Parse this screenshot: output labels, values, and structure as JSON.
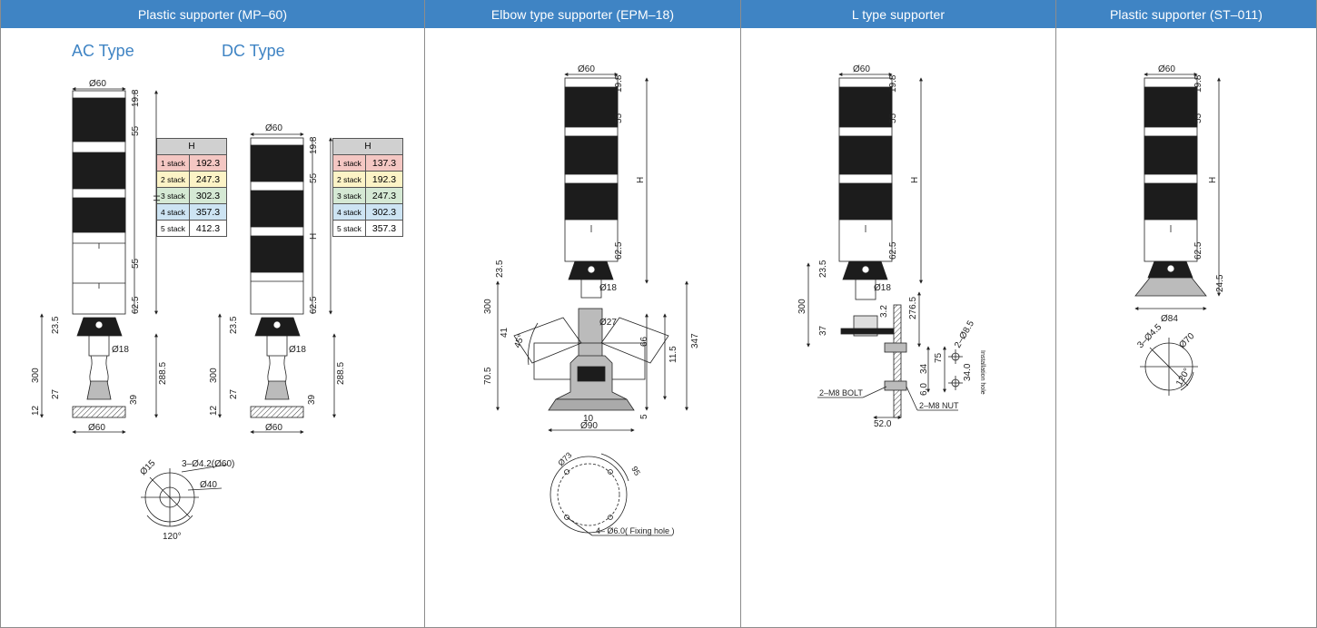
{
  "headers": [
    "Plastic supporter (MP–60)",
    "Elbow type supporter (EPM–18)",
    "L type supporter",
    "Plastic supporter (ST–011)"
  ],
  "mp60": {
    "ac_title": "AC Type",
    "dc_title": "DC Type",
    "ac_table": {
      "header": "H",
      "rows": [
        {
          "stack": "1 stack",
          "value": "192.3",
          "color": "#f4c7c3"
        },
        {
          "stack": "2 stack",
          "value": "247.3",
          "color": "#fcf3c6"
        },
        {
          "stack": "3 stack",
          "value": "302.3",
          "color": "#d5e9d4"
        },
        {
          "stack": "4 stack",
          "value": "357.3",
          "color": "#cde4f3"
        },
        {
          "stack": "5 stack",
          "value": "412.3",
          "color": "#ffffff"
        }
      ]
    },
    "dc_table": {
      "header": "H",
      "rows": [
        {
          "stack": "1 stack",
          "value": "137.3",
          "color": "#f4c7c3"
        },
        {
          "stack": "2 stack",
          "value": "192.3",
          "color": "#fcf3c6"
        },
        {
          "stack": "3 stack",
          "value": "247.3",
          "color": "#d5e9d4"
        },
        {
          "stack": "4 stack",
          "value": "302.3",
          "color": "#cde4f3"
        },
        {
          "stack": "5 stack",
          "value": "357.3",
          "color": "#ffffff"
        }
      ]
    },
    "dims": {
      "dia60": "Ø60",
      "d198": "19.8",
      "d55": "55",
      "h": "H",
      "d625": "62.5",
      "d235": "23.5",
      "d18": "Ø18",
      "d300": "300",
      "d27": "27",
      "d39": "39",
      "d12": "12",
      "d2885": "288.5",
      "holes": "3–Ø4.2(Ø60)",
      "d15": "Ø15",
      "d40": "Ø40",
      "a120": "120°"
    }
  },
  "epm18": {
    "dims": {
      "dia60": "Ø60",
      "d198": "19.8",
      "d55": "55",
      "h": "H",
      "d625": "62.5",
      "d235": "23.5",
      "d18": "Ø18",
      "d300": "300",
      "d27": "Ø27",
      "d41": "41",
      "a45": "45°",
      "d66": "66",
      "d115": "11.5",
      "d347": "347",
      "d705": "70.5",
      "d10": "10",
      "d5": "5",
      "d90": "Ø90",
      "d73": "Ø73",
      "a95": "95",
      "fixing": "4– Ø6.0( Fixing hole )"
    }
  },
  "ltype": {
    "dims": {
      "dia60": "Ø60",
      "d198": "19.8",
      "d55": "55",
      "h": "H",
      "d625": "62.5",
      "d235": "23.5",
      "d18": "Ø18",
      "d300": "300",
      "d2765": "276.5",
      "d37": "37",
      "d32": "3.2",
      "holes": "2–Ø8.5",
      "d75": "75",
      "d34": "34",
      "d340": "34.0",
      "d60": "6.0",
      "install": "Installation hole",
      "bolt": "2–M8 BOLT",
      "nut": "2–M8 NUT",
      "d520": "52.0"
    }
  },
  "st011": {
    "dims": {
      "dia60": "Ø60",
      "d198": "19.8",
      "d55": "55",
      "h": "H",
      "d625": "62.5",
      "d245": "24.5",
      "d84": "Ø84",
      "holes": "3–Ø4.5",
      "d70": "Ø70",
      "a120": "120°"
    }
  }
}
